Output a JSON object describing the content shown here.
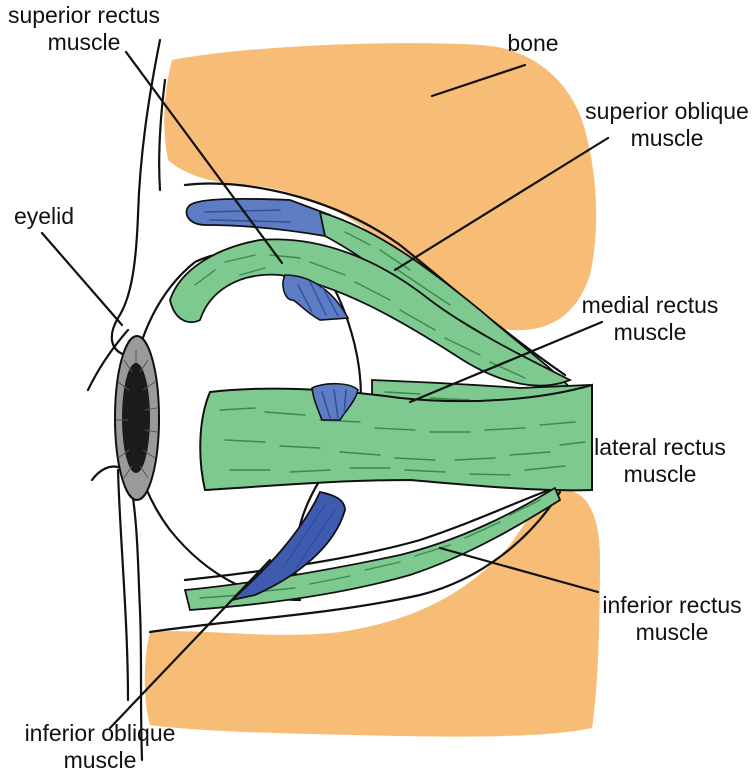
{
  "labels": {
    "superior_rectus": [
      "superior rectus",
      "muscle"
    ],
    "bone": [
      "bone"
    ],
    "superior_oblique": [
      "superior oblique",
      "muscle"
    ],
    "eyelid": [
      "eyelid"
    ],
    "medial_rectus": [
      "medial rectus",
      "muscle"
    ],
    "lateral_rectus": [
      "lateral rectus",
      "muscle"
    ],
    "inferior_rectus": [
      "inferior rectus",
      "muscle"
    ],
    "inferior_oblique": [
      "inferior oblique",
      "muscle"
    ]
  },
  "colors": {
    "bone": "#f7bd76",
    "muscle": "#7ec98f",
    "muscle_blue": "#5d7cc4",
    "muscle_blue_dark": "#3e5bb0",
    "iris": "#9a9a9a",
    "outline": "#111111"
  }
}
